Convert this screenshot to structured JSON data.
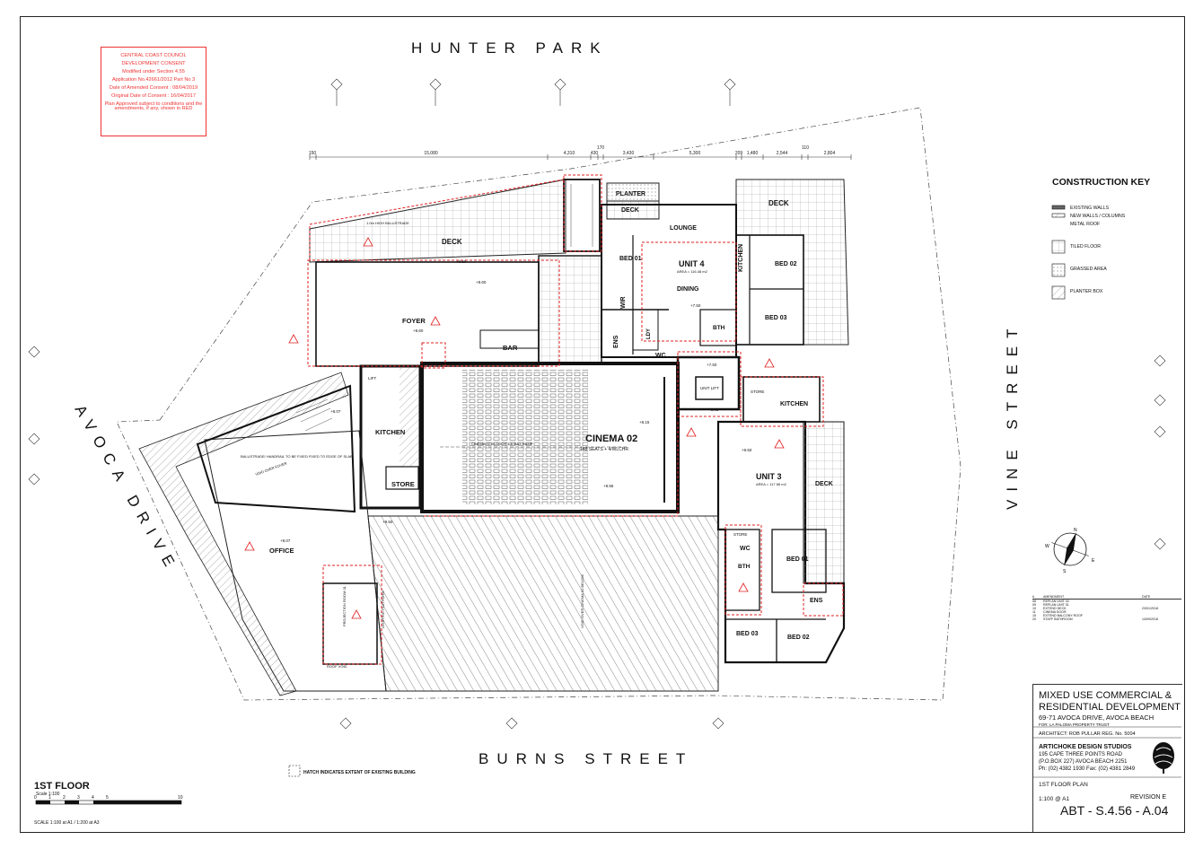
{
  "streets": {
    "north": "HUNTER PARK",
    "south": "BURNS STREET",
    "west": "AVOCA DRIVE",
    "east": "VINE STREET"
  },
  "consent_stamp": {
    "lines": [
      "CENTRAL COAST COUNCIL",
      "DEVELOPMENT CONSENT",
      "Modified under Section 4.55",
      "Application No.42661/2012  Part No 3",
      "Date of Amended Consent : 08/04/2019",
      "Original Date of Consent : 16/04/2017",
      "Plan Approved subject to conditions and the amendments, if any, shown in RED"
    ]
  },
  "construction_key": {
    "title": "CONSTRUCTION KEY",
    "items": [
      "EXISTING WALLS",
      "NEW WALLS / COLUMNS",
      "METAL ROOF",
      "TILED FLOOR",
      "GRASSED AREA",
      "PLANTER BOX"
    ]
  },
  "rooms": {
    "deck_north": "DECK",
    "deck_ne": "DECK",
    "deck_unit4_top": "DECK",
    "planter": "PLANTER",
    "foyer": "FOYER",
    "bar": "BAR",
    "kitchen_main": "KITCHEN",
    "store_main": "STORE",
    "lift_main": "LIFT",
    "office": "OFFICE",
    "cinema": "CINEMA 02",
    "cinema_seats": "148 SEATS + 4/WLCHR",
    "cinema_ramp": "CINEMA 02 IN-DOOR 1:8 MAX RAMP",
    "lounge": "LOUNGE",
    "unit4": "UNIT 4",
    "unit4_area": "AREA = 116.48 m2",
    "dining": "DINING",
    "bed01_u4": "BED 01",
    "bed02_u4": "BED 02",
    "bed03_u4": "BED 03",
    "kitchen_u4": "KITCHEN",
    "wir": "WIR",
    "ens_u4": "ENS",
    "ldy": "LDY",
    "bth_u4": "BTH",
    "wc_u4": "WC",
    "unit_lift": "UNIT LIFT",
    "store_u3": "STORE",
    "kitchen_u3": "KITCHEN",
    "unit3": "UNIT 3",
    "unit3_area": "AREA = 117.56 m2",
    "deck_u3": "DECK",
    "store_u3b": "STORE",
    "wc_u3": "WC",
    "bth_u3": "BTH",
    "bed01_u3": "BED 01",
    "ens_u3": "ENS",
    "bed03_u3": "BED 03",
    "bed02_u3": "BED 02",
    "projection": "PROJECTION ROOM 01",
    "lighting": "LIGHTING PLATFORM",
    "roof_void": "ROOF VOID",
    "balustrade_note": "BALUSTRADE/ HANDRAIL TO BE FIXED FIXED TO EDGE OF SLAB",
    "void_note": "VOID OVER CINEMA 01 BELOW",
    "void_foyer": "VOID OVER FOYER",
    "balustrade_top": "1.0m HIGH BALUSTRADE"
  },
  "levels": [
    "+9.50",
    "+8.60",
    "+8.60",
    "+8.07",
    "+8.15",
    "+8.55",
    "+7.50",
    "+7.50",
    "+8.05",
    "+9.50",
    "+8.07",
    "+9.50"
  ],
  "dimensions_top": [
    "150",
    "15,080",
    "4,310",
    "430",
    "170",
    "3,430",
    "5,300",
    "209",
    "1,480",
    "2,544",
    "110",
    "2,804"
  ],
  "north_arrow": {
    "n": "N",
    "e": "E",
    "s": "S",
    "w": "W"
  },
  "revisions": {
    "header": [
      "#",
      "AMENDMENT",
      "DATE"
    ],
    "rows": [
      [
        "08",
        "REPLAN UNIT 02",
        ""
      ],
      [
        "09",
        "REPLAN UNIT 01",
        ""
      ],
      [
        "10",
        "EXTEND DECK",
        "23/01/2018"
      ],
      [
        "11",
        "CINEMA DOOR",
        ""
      ],
      [
        "15",
        "EXTEND BALCONY ROOF",
        ""
      ],
      [
        "20",
        "STAFF BATHROOM",
        "14/09/2018"
      ]
    ]
  },
  "title_block": {
    "project_1": "MIXED USE COMMERCIAL &",
    "project_2": "RESIDENTIAL DEVELOPMENT",
    "address": "69-71 AVOCA DRIVE, AVOCA BEACH",
    "client": "FOR: LA PALOMA PROPERTY TRUST",
    "architect": "ARCHITECT:   ROB PULLAR REG. No. 5004",
    "firm": "ARTICHOKE DESIGN STUDIOS",
    "firm_addr1": "195 CAPE THREE POINTS ROAD",
    "firm_addr2": "(P.O.BOX 227) AVOCA BEACH 2251",
    "firm_phone": "Ph: (02) 4382 1930 Fax: (02) 4381 2849",
    "drawing": "1ST FLOOR PLAN",
    "scale": "1:100 @ A1",
    "revision": "REVISION E",
    "number": "ABT - S.4.56 - A.04"
  },
  "floor_label": {
    "title": "1ST FLOOR",
    "scale": "Scale 1:100",
    "scale_note": "SCALE 1:100 at A1 / 1:200 at A3",
    "scale_ticks": [
      "0",
      "1",
      "2",
      "3",
      "4",
      "5",
      "10"
    ]
  },
  "hatch_note": "HATCH INDICATES EXTENT OF EXISTING BUILDING"
}
